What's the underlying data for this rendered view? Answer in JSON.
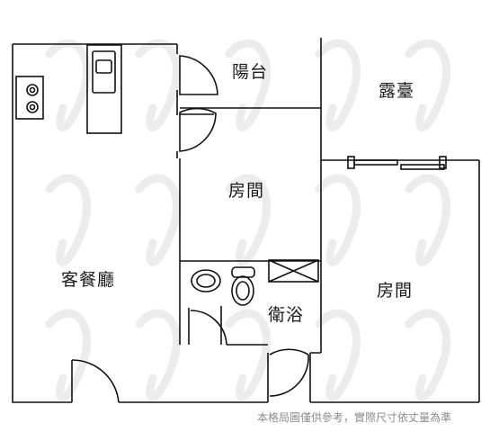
{
  "rooms": {
    "balcony": "陽台",
    "terrace": "露臺",
    "bedroom_center": "房間",
    "bedroom_right": "房間",
    "living_dining": "客餐廳",
    "bathroom": "衛浴"
  },
  "disclaimer": "本格局圖僅供參考，實際尺寸依丈量為準",
  "colors": {
    "wall": "#111111",
    "watermark": "#ececec",
    "disclaimer": "#8c8c8c"
  }
}
